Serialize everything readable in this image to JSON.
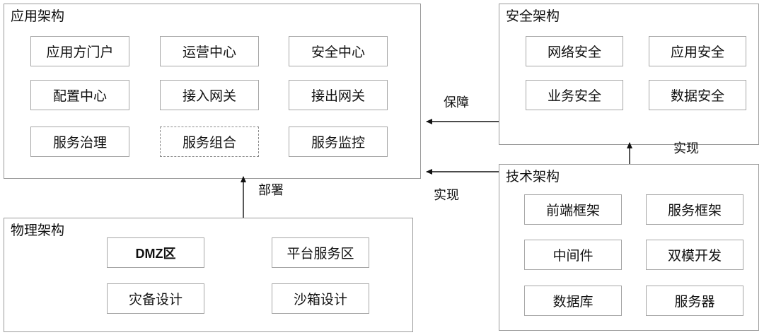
{
  "diagram": {
    "title_hidden": "",
    "panels": [
      {
        "key": "application",
        "title": "应用架构",
        "nodes": [
          {
            "label": "应用方门户",
            "style": "solid"
          },
          {
            "label": "运营中心",
            "style": "solid"
          },
          {
            "label": "安全中心",
            "style": "solid"
          },
          {
            "label": "配置中心",
            "style": "solid"
          },
          {
            "label": "接入网关",
            "style": "solid"
          },
          {
            "label": "接出网关",
            "style": "solid"
          },
          {
            "label": "服务治理",
            "style": "solid"
          },
          {
            "label": "服务组合",
            "style": "dashed"
          },
          {
            "label": "服务监控",
            "style": "solid"
          }
        ]
      },
      {
        "key": "security",
        "title": "安全架构",
        "nodes": [
          {
            "label": "网络安全",
            "style": "solid"
          },
          {
            "label": "应用安全",
            "style": "solid"
          },
          {
            "label": "业务安全",
            "style": "solid"
          },
          {
            "label": "数据安全",
            "style": "solid"
          }
        ]
      },
      {
        "key": "technology",
        "title": "技术架构",
        "nodes": [
          {
            "label": "前端框架",
            "style": "solid"
          },
          {
            "label": "服务框架",
            "style": "solid"
          },
          {
            "label": "中间件",
            "style": "solid"
          },
          {
            "label": "双模开发",
            "style": "solid"
          },
          {
            "label": "数据库",
            "style": "solid"
          },
          {
            "label": "服务器",
            "style": "solid"
          }
        ]
      },
      {
        "key": "physical",
        "title": "物理架构",
        "nodes": [
          {
            "label": "DMZ区",
            "style": "bold"
          },
          {
            "label": "平台服务区",
            "style": "solid"
          },
          {
            "label": "灾备设计",
            "style": "solid"
          },
          {
            "label": "沙箱设计",
            "style": "solid"
          }
        ]
      }
    ],
    "edges": [
      {
        "key": "security-to-application",
        "label": "保障"
      },
      {
        "key": "technology-to-application",
        "label": "实现"
      },
      {
        "key": "technology-to-security",
        "label": "实现"
      },
      {
        "key": "physical-to-application",
        "label": "部署"
      }
    ],
    "colors": {
      "panel_border": "#9a9a9a",
      "node_border": "#a6a6a6",
      "text": "#111111",
      "background": "#ffffff",
      "connector": "#111111"
    }
  }
}
